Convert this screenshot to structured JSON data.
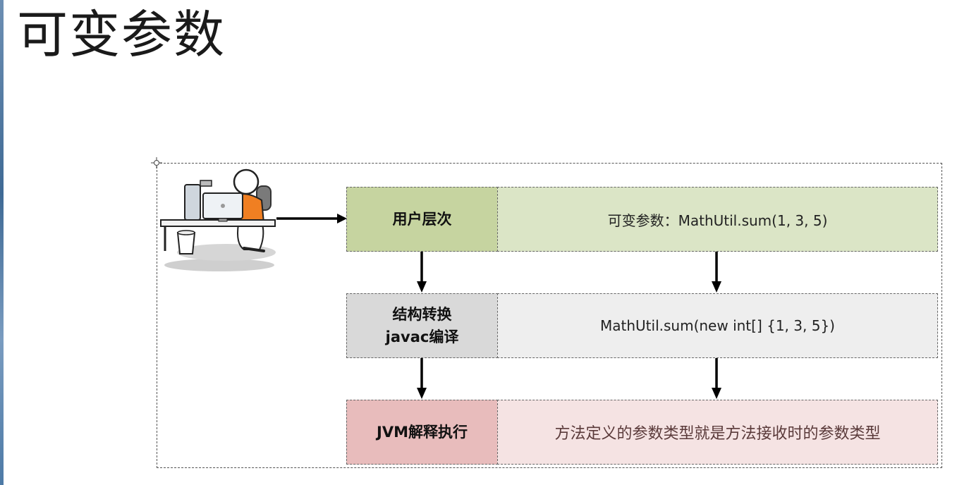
{
  "title": "可变参数",
  "rows": [
    {
      "label": "用户层次",
      "content": "可变参数：MathUtil.sum(1, 3, 5)"
    },
    {
      "label_line1": "结构转换",
      "label_line2": "javac编译",
      "content": "MathUtil.sum(new int[] {1, 3, 5})"
    },
    {
      "label": "JVM解释执行",
      "content": "方法定义的参数类型就是方法接收时的参数类型"
    }
  ],
  "colors": {
    "row1_label": "#c6d4a0",
    "row1_content": "#dbe5c6",
    "row2_label": "#d9d9d9",
    "row2_content": "#eeeeee",
    "row3_label": "#e8bcbc",
    "row3_content": "#f5e3e3",
    "row3_text": "#5a3a3a"
  },
  "icons": {
    "figure": "person-at-computer-icon"
  }
}
